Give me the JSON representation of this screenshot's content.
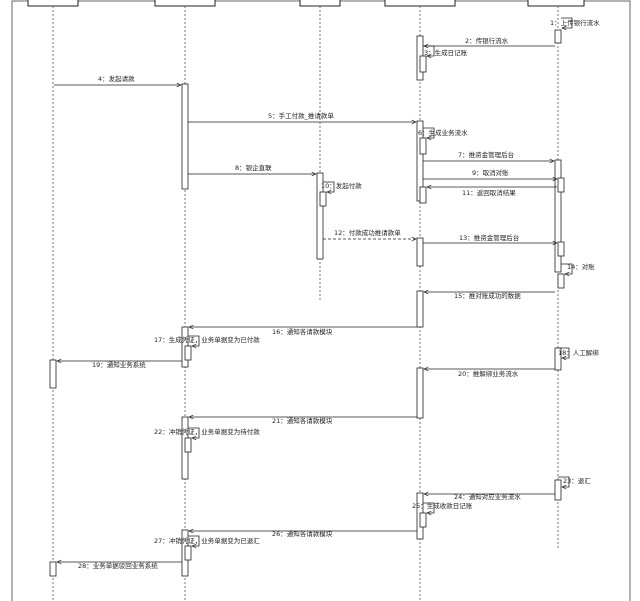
{
  "messages": [
    {
      "label": "1：上传银行流水"
    },
    {
      "label": "2：传银行流水"
    },
    {
      "label": "3：生成日记账"
    },
    {
      "label": "4：发起请款"
    },
    {
      "label": "5：手工付款_推请款单"
    },
    {
      "label": "6：生成业务流水"
    },
    {
      "label": "7：推资金管理后台"
    },
    {
      "label": "8：银企直联"
    },
    {
      "label": "9：取消对账"
    },
    {
      "label": "10：发起付款"
    },
    {
      "label": "11：返回取消结果"
    },
    {
      "label": "12：付款成功推请款单"
    },
    {
      "label": "13：推资金管理后台"
    },
    {
      "label": "14：对账"
    },
    {
      "label": "15：推对账成功的数据"
    },
    {
      "label": "16：通知各请款模块"
    },
    {
      "label": "17：生成凭证，业务单据变为已付款"
    },
    {
      "label": "18：人工解绑"
    },
    {
      "label": "19：通知业务系统"
    },
    {
      "label": "20：推解绑业务流水"
    },
    {
      "label": "21：通知各请款模块"
    },
    {
      "label": "22：冲销凭证，业务单据变为待付款"
    },
    {
      "label": "23：退汇"
    },
    {
      "label": "24：通知对应业务流水"
    },
    {
      "label": "25：生成收款日记账"
    },
    {
      "label": "26：通知各请款模块"
    },
    {
      "label": "27：冲销凭证，业务单据变为已退汇"
    },
    {
      "label": "28：业务单据驳回业务系统"
    }
  ]
}
